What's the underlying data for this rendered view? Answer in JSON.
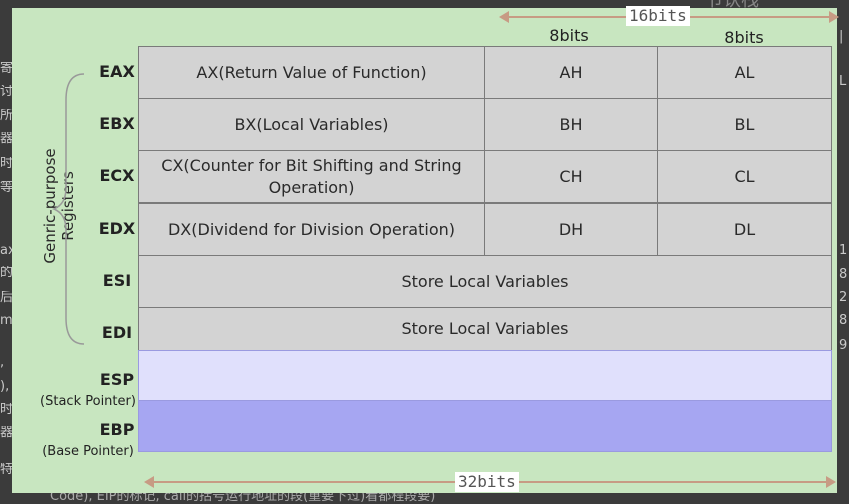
{
  "background_text_fragments": {
    "top_right": "节认栈",
    "left_lines": [
      "寄存",
      "讨特",
      "所",
      "器,",
      "时结",
      "等",
      "ax",
      "的两",
      "后层",
      "mo",
      ",",
      "),",
      "时成",
      "器,",
      "特殊"
    ],
    "right_lines": [
      "|",
      "L",
      "1",
      "8",
      "2",
      "8",
      "9"
    ],
    "bottom": "Code), EIP的标记, call的括号运行地址的段(重要下过)看都程段要)"
  },
  "diagram": {
    "group_label": "Genric-purpose Registers",
    "top_span_label": "16bits",
    "bottom_span_label": "32bits",
    "column_headers": [
      "8bits",
      "8bits"
    ],
    "colors": {
      "panel": "#c8e6c0",
      "cell": "#d3d3d3",
      "esp": "#e0e0fc",
      "ebp": "#a6a6f2",
      "arrow": "#c79b84"
    },
    "registers": [
      {
        "name": "EAX",
        "x16": "AX(Return Value of Function)",
        "high": "AH",
        "low": "AL"
      },
      {
        "name": "EBX",
        "x16": "BX(Local Variables)",
        "high": "BH",
        "low": "BL"
      },
      {
        "name": "ECX",
        "x16": "CX(Counter for Bit Shifting and String Operation)",
        "high": "CH",
        "low": "CL"
      },
      {
        "name": "EDX",
        "x16": "DX(Dividend for Division Operation)",
        "high": "DH",
        "low": "DL"
      },
      {
        "name": "ESI",
        "full": "Store Local Variables"
      },
      {
        "name": "EDI",
        "full": "Store Local Variables"
      },
      {
        "name": "ESP",
        "sub": "(Stack Pointer)",
        "full": ""
      },
      {
        "name": "EBP",
        "sub": "(Base Pointer)",
        "full": ""
      }
    ]
  }
}
